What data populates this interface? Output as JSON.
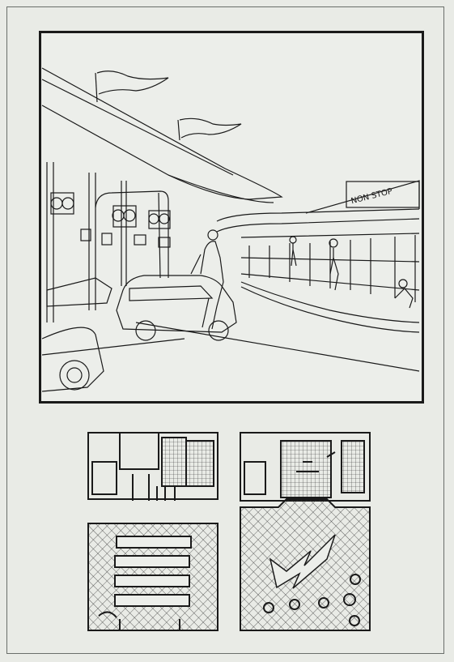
{
  "illustration": {
    "kind": "line-drawing",
    "subject": "service-station-forecourt",
    "sign_text": "NON STOP",
    "ink": "#1a1a1a",
    "paper": "#eceeea"
  },
  "plans": {
    "kind": "floor-plans",
    "count": 2,
    "hatch_color": "#333333"
  }
}
